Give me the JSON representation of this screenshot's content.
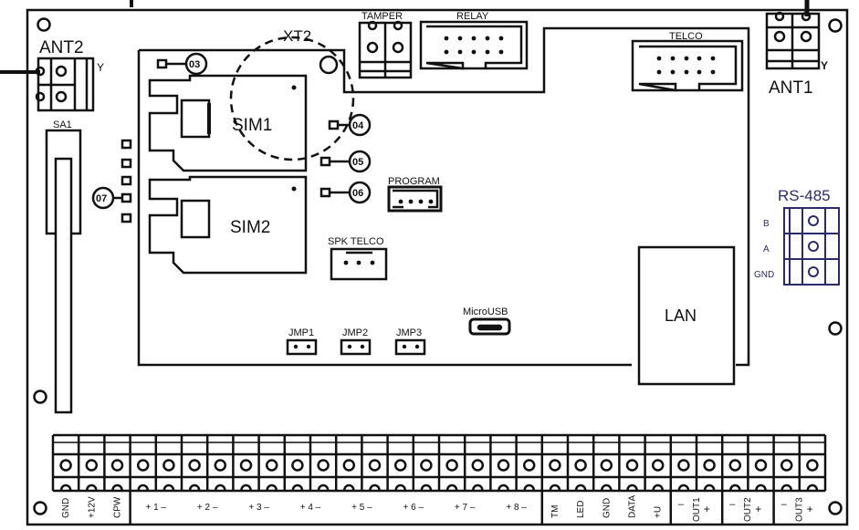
{
  "title": "Control panel board layout",
  "colors": {
    "line": "#111111",
    "rs485": "#2b2b6b",
    "background": "#ffffff"
  },
  "antennas": {
    "ant2": "ANT2",
    "ant1": "ANT1",
    "antenna_symbol": "Y"
  },
  "switch": {
    "sa1": "SA1"
  },
  "modem": {
    "xt2": "XT2"
  },
  "sim_slots": [
    {
      "label": "SIM1"
    },
    {
      "label": "SIM2"
    }
  ],
  "connectors": {
    "tamper": "TAMPER",
    "relay": "RELAY",
    "telco": "TELCO",
    "program": "PROGRAM",
    "spk_telco": "SPK TELCO",
    "microusb": "MicroUSB",
    "lan": "LAN"
  },
  "jumpers": [
    "JMP1",
    "JMP2",
    "JMP3"
  ],
  "indicators": {
    "i03": "03",
    "i04": "04",
    "i05": "05",
    "i06": "06",
    "i07": "07"
  },
  "rs485": {
    "title": "RS-485",
    "pins": [
      "B",
      "A",
      "GND"
    ]
  },
  "terminals": {
    "power": [
      "GND",
      "+12V",
      "CPW"
    ],
    "zones": [
      "+ 1 –",
      "+ 2 –",
      "+ 3 –",
      "+ 4 –",
      "+ 5 –",
      "+ 6 –",
      "+ 7 –",
      "+ 8 –"
    ],
    "bus": [
      "TM",
      "LED",
      "GND",
      "DATA",
      "+U"
    ],
    "outputs": [
      {
        "name": "OUT1",
        "minus": "–",
        "plus": "+"
      },
      {
        "name": "OUT2",
        "minus": "–",
        "plus": "+"
      },
      {
        "name": "OUT3",
        "minus": "–",
        "plus": "+"
      }
    ]
  }
}
